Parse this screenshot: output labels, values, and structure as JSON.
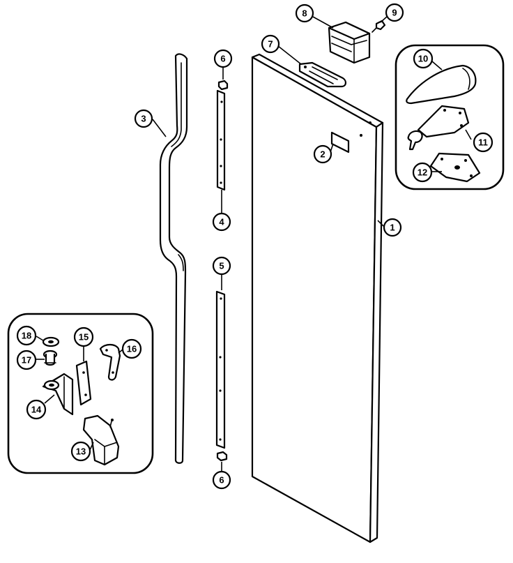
{
  "callouts": [
    {
      "id": "c1",
      "label": "1",
      "part": "door-panel"
    },
    {
      "id": "c2",
      "label": "2",
      "part": "door-label"
    },
    {
      "id": "c3",
      "label": "3",
      "part": "door-handle"
    },
    {
      "id": "c4",
      "label": "4",
      "part": "upper-trim-strip"
    },
    {
      "id": "c5",
      "label": "5",
      "part": "lower-trim-strip"
    },
    {
      "id": "c6a",
      "label": "6",
      "part": "upper-trim-cap"
    },
    {
      "id": "c6b",
      "label": "6",
      "part": "lower-trim-cap"
    },
    {
      "id": "c7",
      "label": "7",
      "part": "door-stop-bracket"
    },
    {
      "id": "c8",
      "label": "8",
      "part": "top-hinge-block"
    },
    {
      "id": "c9",
      "label": "9",
      "part": "hinge-screw"
    },
    {
      "id": "c10",
      "label": "10",
      "part": "hinge-cover"
    },
    {
      "id": "c11",
      "label": "11",
      "part": "top-hinge"
    },
    {
      "id": "c12",
      "label": "12",
      "part": "hinge-shim"
    },
    {
      "id": "c13",
      "label": "13",
      "part": "hinge-bracket-cover"
    },
    {
      "id": "c14",
      "label": "14",
      "part": "bottom-hinge"
    },
    {
      "id": "c15",
      "label": "15",
      "part": "hinge-plate"
    },
    {
      "id": "c16",
      "label": "16",
      "part": "cam-bracket"
    },
    {
      "id": "c17",
      "label": "17",
      "part": "hinge-pin"
    },
    {
      "id": "c18",
      "label": "18",
      "part": "washer"
    }
  ]
}
